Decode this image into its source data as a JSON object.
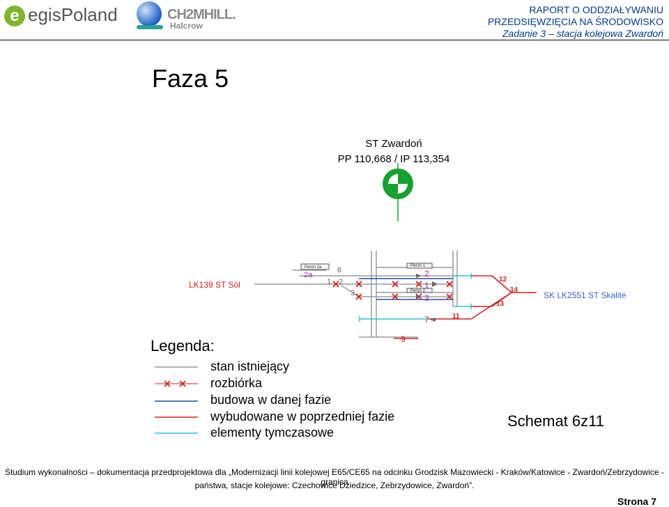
{
  "header": {
    "logo_egis_text": "egisPoland",
    "logo_ch2m_text": "CH2MHILL.",
    "logo_halcrow_text": "Halcrow",
    "title_line1": "RAPORT O ODDZIAŁYWANIU",
    "title_line2": "PRZEDSIĘWZIĘCIA NA ŚRODOWISKO",
    "title_line3": "Zadanie 3 – stacja kolejowa Zwardoń"
  },
  "main": {
    "phase_title": "Faza 5",
    "station_name": "ST Zwardoń",
    "station_km": "PP 110,668 / IP 113,354",
    "schema_label": "Schemat 6z11"
  },
  "diagram": {
    "left_station": "LK139 ST Sól",
    "right_station": "SK LK2551 ST Skalité",
    "platform_2a": "Peron 2a",
    "platform_1": "Peron 1",
    "platform_2": "Peron 2",
    "track_2a": "2a",
    "track_1_left": "1",
    "track_2_left": "2",
    "track_3_left": "3",
    "track_6": "6",
    "track_2": "2",
    "track_1": "1",
    "track_3": "3",
    "track_7": "7",
    "track_9": "9",
    "switch_11": "11",
    "switch_12": "12",
    "switch_13": "13",
    "switch_14": "14"
  },
  "legend": {
    "title": "Legenda:",
    "items": [
      {
        "label": "stan istniejący",
        "color": "#9a9a9a"
      },
      {
        "label": "rozbiórka",
        "color": "#d42020"
      },
      {
        "label": "budowa w danej fazie",
        "color": "#1f4fa8"
      },
      {
        "label": "wybudowane w poprzedniej fazie",
        "color": "#d42020"
      },
      {
        "label": "elementy tymczasowe",
        "color": "#27c4d4"
      }
    ]
  },
  "footer": {
    "line1": "Studium wykonalności – dokumentacja przedprojektowa dla „Modernizacji linii kolejowej E65/CE65 na odcinku Grodzisk Mazowiecki - Kraków/Katowice - Zwardoń/Zebrzydowice - granica",
    "line2": "państwa, stacje kolejowe: Czechowice Dziedzice, Zebrzydowice, Zwardoń”.",
    "page": "Strona 7"
  },
  "colors": {
    "header_blue": "#003a8c",
    "station_green": "#15a030",
    "track_red": "#d42020",
    "track_blue": "#1f4fa8",
    "track_grey": "#9a9a9a",
    "track_cyan": "#27c4d4",
    "label_magenta": "#b020b0",
    "right_label_blue": "#3a5fd0"
  }
}
